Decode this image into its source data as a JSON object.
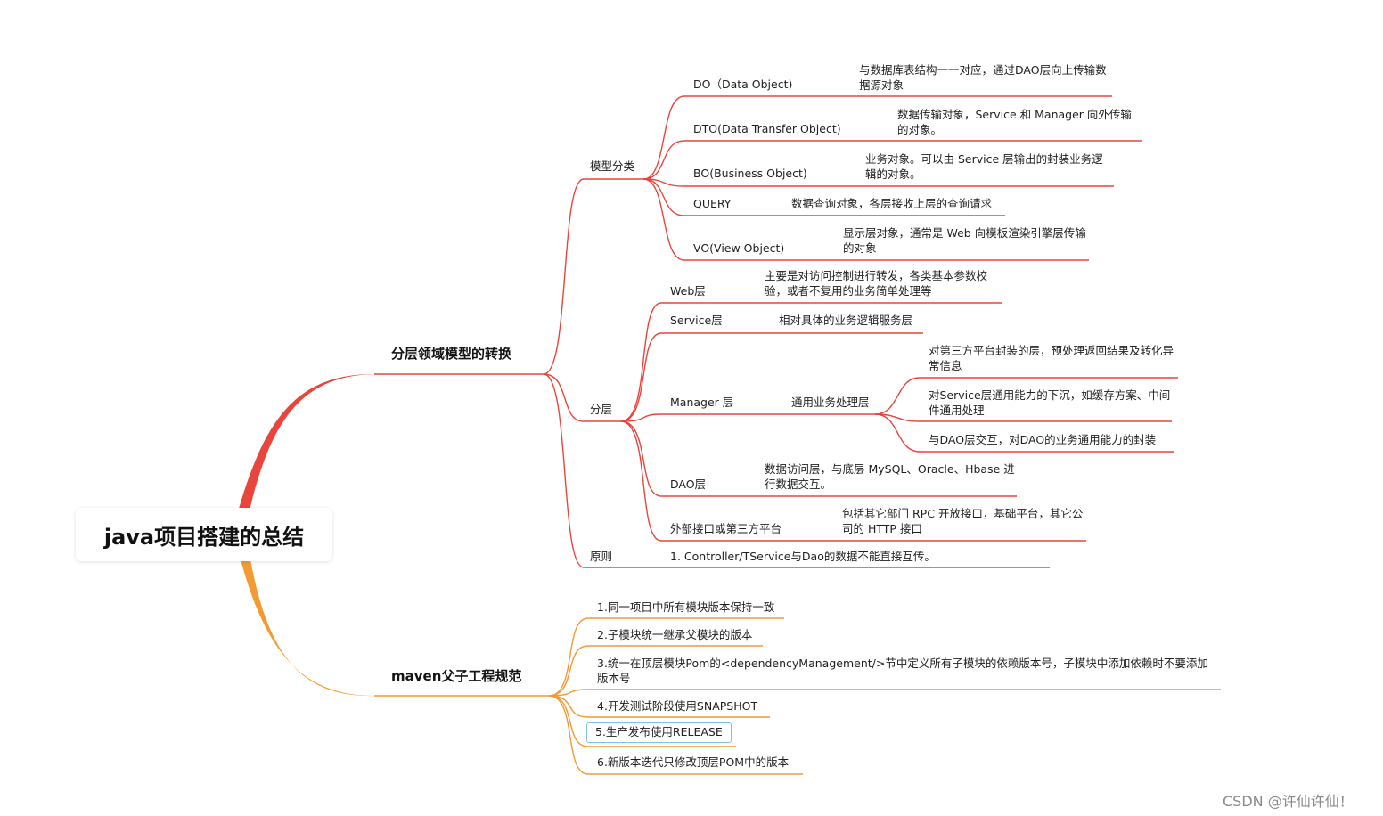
{
  "root": {
    "title": "java项目搭建的总结"
  },
  "branch1": {
    "title": "分层领域模型的转换",
    "model": {
      "title": "模型分类",
      "items": [
        {
          "name": "DO（Data Object)",
          "desc": "与数据库表结构一一对应，通过DAO层向上传输数据源对象"
        },
        {
          "name": "DTO(Data Transfer Object)",
          "desc": "数据传输对象，Service 和 Manager 向外传输的对象。"
        },
        {
          "name": "BO(Business Object)",
          "desc": "业务对象。可以由 Service 层输出的封装业务逻辑的对象。"
        },
        {
          "name": "QUERY",
          "desc": "数据查询对象，各层接收上层的查询请求"
        },
        {
          "name": "VO(View Object)",
          "desc": "显示层对象，通常是 Web 向模板渲染引擎层传输的对象"
        }
      ]
    },
    "layer": {
      "title": "分层",
      "web": {
        "name": "Web层",
        "desc": "主要是对访问控制进行转发，各类基本参数校验，或者不复用的业务简单处理等"
      },
      "service": {
        "name": "Service层",
        "desc": "相对具体的业务逻辑服务层"
      },
      "manager": {
        "name": "Manager 层",
        "mid": "通用业务处理层",
        "subs": [
          "对第三方平台封装的层，预处理返回结果及转化异常信息",
          "对Service层通用能力的下沉，如缓存方案、中间件通用处理",
          "与DAO层交互，对DAO的业务通用能力的封装"
        ]
      },
      "dao": {
        "name": "DAO层",
        "desc": "数据访问层，与底层 MySQL、Oracle、Hbase 进行数据交互。"
      },
      "ext": {
        "name": "外部接口或第三方平台",
        "desc": "包括其它部门 RPC 开放接口，基础平台，其它公司的 HTTP 接口"
      }
    },
    "principle": {
      "title": "原则",
      "desc": "1. Controller/TService与Dao的数据不能直接互传。"
    }
  },
  "branch2": {
    "title": "maven父子工程规范",
    "items": [
      "1.同一项目中所有模块版本保持一致",
      "2.子模块统一继承父模块的版本",
      "3.统一在顶层模块Pom的<dependencyManagement/>节中定义所有子模块的依赖版本号，子模块中添加依赖时不要添加版本号",
      "4.开发测试阶段使用SNAPSHOT",
      "5.生产发布使用RELEASE",
      "6.新版本迭代只修改顶层POM中的版本"
    ]
  },
  "watermark": "CSDN @许仙许仙！",
  "colors": {
    "red": "#e8453c",
    "orange": "#f39a33",
    "root_gradient_top": "#e8453c",
    "root_gradient_bottom": "#f39a33"
  }
}
